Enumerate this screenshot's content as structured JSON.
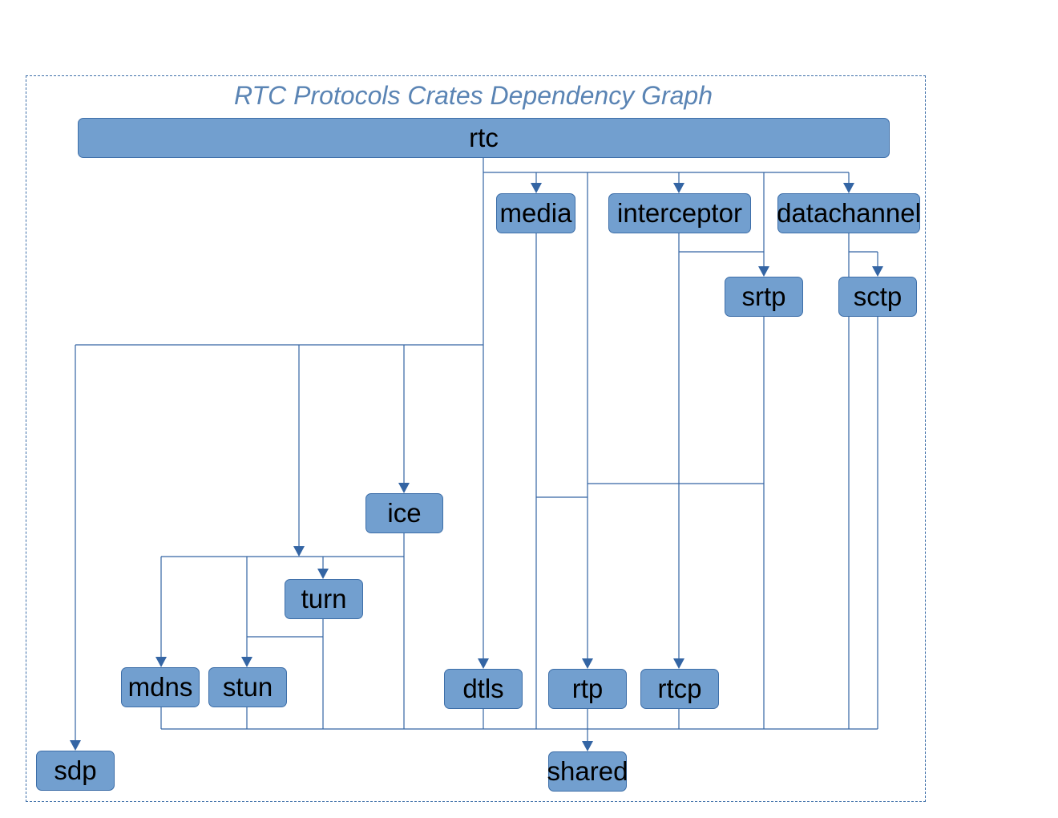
{
  "diagram": {
    "title": "RTC Protocols Crates Dependency Graph",
    "colors": {
      "node_fill": "#729fcf",
      "node_border": "#3d6ea8",
      "edge": "#3465a4",
      "title": "#5a84b4"
    },
    "nodes": {
      "rtc": "rtc",
      "media": "media",
      "interceptor": "interceptor",
      "datachannel": "datachannel",
      "srtp": "srtp",
      "sctp": "sctp",
      "ice": "ice",
      "turn": "turn",
      "mdns": "mdns",
      "stun": "stun",
      "dtls": "dtls",
      "rtp": "rtp",
      "rtcp": "rtcp",
      "sdp": "sdp",
      "shared": "shared"
    },
    "edges": [
      [
        "rtc",
        "media"
      ],
      [
        "rtc",
        "interceptor"
      ],
      [
        "rtc",
        "datachannel"
      ],
      [
        "rtc",
        "srtp"
      ],
      [
        "rtc",
        "rtp"
      ],
      [
        "rtc",
        "dtls"
      ],
      [
        "rtc",
        "ice"
      ],
      [
        "rtc",
        "turn"
      ],
      [
        "rtc",
        "sdp"
      ],
      [
        "interceptor",
        "srtp"
      ],
      [
        "interceptor",
        "rtcp"
      ],
      [
        "datachannel",
        "sctp"
      ],
      [
        "media",
        "rtp"
      ],
      [
        "srtp",
        "rtp"
      ],
      [
        "ice",
        "turn"
      ],
      [
        "ice",
        "mdns"
      ],
      [
        "ice",
        "stun"
      ],
      [
        "turn",
        "stun"
      ],
      [
        "mdns",
        "shared"
      ],
      [
        "stun",
        "shared"
      ],
      [
        "turn",
        "shared"
      ],
      [
        "ice",
        "shared"
      ],
      [
        "dtls",
        "shared"
      ],
      [
        "media",
        "shared"
      ],
      [
        "rtp",
        "shared"
      ],
      [
        "rtcp",
        "shared"
      ],
      [
        "srtp",
        "shared"
      ],
      [
        "datachannel",
        "shared"
      ],
      [
        "sctp",
        "shared"
      ]
    ]
  }
}
